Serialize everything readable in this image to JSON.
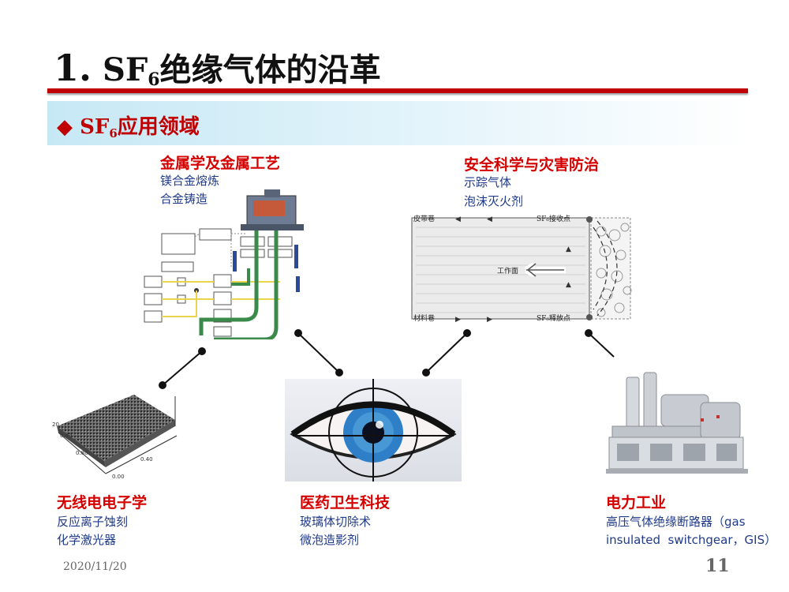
{
  "title": {
    "number": "1.",
    "text_pre": "SF",
    "sub": "6",
    "text_post": "绝缘气体的沿革"
  },
  "subtitle": {
    "bullet": "◆",
    "text_pre": "SF",
    "sub": "6",
    "text_post": "应用领域"
  },
  "categories": [
    {
      "title": "金属学及金属工艺",
      "items": [
        "镁合金熔炼",
        "合金铸造"
      ]
    },
    {
      "title": "安全科学与灾害防治",
      "items": [
        "示踪气体",
        "泡沫灭火剂"
      ]
    },
    {
      "title": "无线电电子学",
      "items": [
        "反应离子蚀刻",
        "化学激光器"
      ]
    },
    {
      "title": "医药卫生科技",
      "items": [
        "玻璃体切除术",
        "微泡造影剂"
      ]
    },
    {
      "title": "电力工业",
      "items": [
        "高压气体绝缘断路器（gas",
        "insulated  switchgear，GIS）"
      ]
    }
  ],
  "diagram_labels": {
    "mine": {
      "top_left": "皮带巷",
      "bottom_left": "材料巷",
      "work_face": "工作面",
      "top_right": "SF₆接收点",
      "bottom_right": "SF₆释放点"
    },
    "afm": {
      "ticks": [
        "0.40",
        "0.80",
        "0.40",
        "0.00",
        "20"
      ]
    }
  },
  "footer": {
    "date": "2020/11/20",
    "page": "11"
  },
  "colors": {
    "accent_red": "#c00000",
    "item_blue": "#1f3a8a",
    "subbar": "#c6e8f5"
  }
}
